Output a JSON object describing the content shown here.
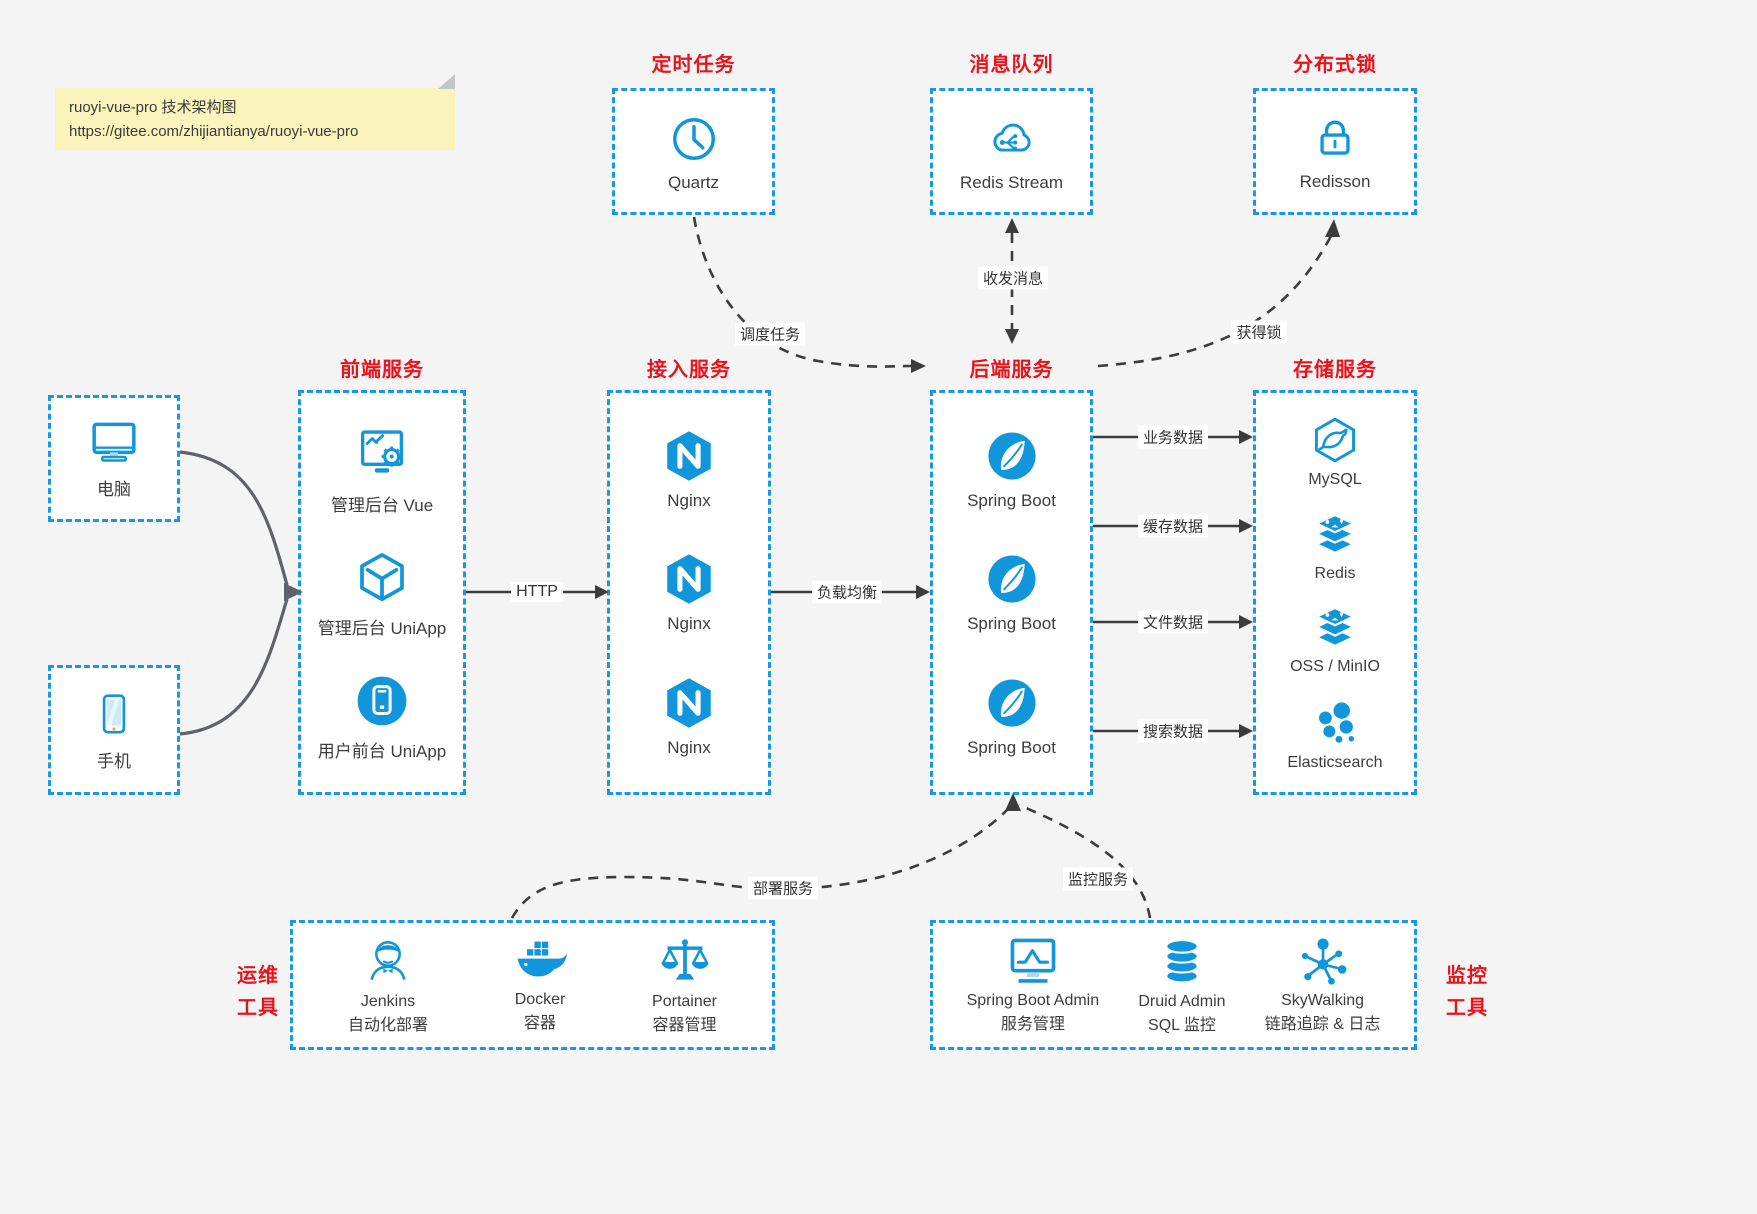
{
  "note": {
    "title_line": "ruoyi-vue-pro 技术架构图",
    "url_line": "https://gitee.com/zhijiantianya/ruoyi-vue-pro"
  },
  "colors": {
    "accent_blue": "#1797e8",
    "icon_blue": "#1296db",
    "title_red": "#e8141c",
    "line_dark": "#3c3c3c"
  },
  "top_groups": {
    "scheduler": {
      "title": "定时任务",
      "item": {
        "label": "Quartz",
        "icon": "clock-icon"
      }
    },
    "message_queue": {
      "title": "消息队列",
      "item": {
        "label": "Redis Stream",
        "icon": "cloud-network-icon"
      }
    },
    "distributed_lock": {
      "title": "分布式锁",
      "item": {
        "label": "Redisson",
        "icon": "lock-icon"
      }
    }
  },
  "clients": {
    "computer": {
      "label": "电脑",
      "icon": "desktop-icon"
    },
    "phone": {
      "label": "手机",
      "icon": "smartphone-icon"
    }
  },
  "columns": {
    "frontend": {
      "title": "前端服务",
      "items": [
        {
          "label": "管理后台 Vue",
          "icon": "admin-vue-icon"
        },
        {
          "label": "管理后台 UniApp",
          "icon": "uniapp-cube-icon"
        },
        {
          "label": "用户前台 UniApp",
          "icon": "user-app-icon"
        }
      ]
    },
    "gateway": {
      "title": "接入服务",
      "items": [
        {
          "label": "Nginx",
          "icon": "nginx-icon"
        },
        {
          "label": "Nginx",
          "icon": "nginx-icon"
        },
        {
          "label": "Nginx",
          "icon": "nginx-icon"
        }
      ]
    },
    "backend": {
      "title": "后端服务",
      "items": [
        {
          "label": "Spring Boot",
          "icon": "spring-boot-icon"
        },
        {
          "label": "Spring Boot",
          "icon": "spring-boot-icon"
        },
        {
          "label": "Spring Boot",
          "icon": "spring-boot-icon"
        }
      ]
    },
    "storage": {
      "title": "存储服务",
      "items": [
        {
          "label": "MySQL",
          "icon": "mysql-icon"
        },
        {
          "label": "Redis",
          "icon": "redis-stack-icon"
        },
        {
          "label": "OSS / MinIO",
          "icon": "storage-stack-icon"
        },
        {
          "label": "Elasticsearch",
          "icon": "elasticsearch-icon"
        }
      ]
    }
  },
  "bottom_groups": {
    "ops": {
      "side_label": [
        "运维",
        "工具"
      ],
      "items": [
        {
          "name": "Jenkins",
          "desc": "自动化部署",
          "icon": "jenkins-icon"
        },
        {
          "name": "Docker",
          "desc": "容器",
          "icon": "docker-icon"
        },
        {
          "name": "Portainer",
          "desc": "容器管理",
          "icon": "portainer-icon"
        }
      ]
    },
    "monitoring": {
      "side_label": [
        "监控",
        "工具"
      ],
      "items": [
        {
          "name": "Spring Boot Admin",
          "desc": "服务管理",
          "icon": "spring-boot-admin-icon"
        },
        {
          "name": "Druid Admin",
          "desc": "SQL 监控",
          "icon": "druid-icon"
        },
        {
          "name": "SkyWalking",
          "desc": "链路追踪 & 日志",
          "icon": "skywalking-icon"
        }
      ]
    }
  },
  "edge_labels": {
    "http": "HTTP",
    "load_balance": "负载均衡",
    "schedule_job": "调度任务",
    "send_receive_message": "收发消息",
    "acquire_lock": "获得锁",
    "business_data": "业务数据",
    "cache_data": "缓存数据",
    "file_data": "文件数据",
    "search_data": "搜索数据",
    "deploy_service": "部署服务",
    "monitor_service": "监控服务"
  }
}
